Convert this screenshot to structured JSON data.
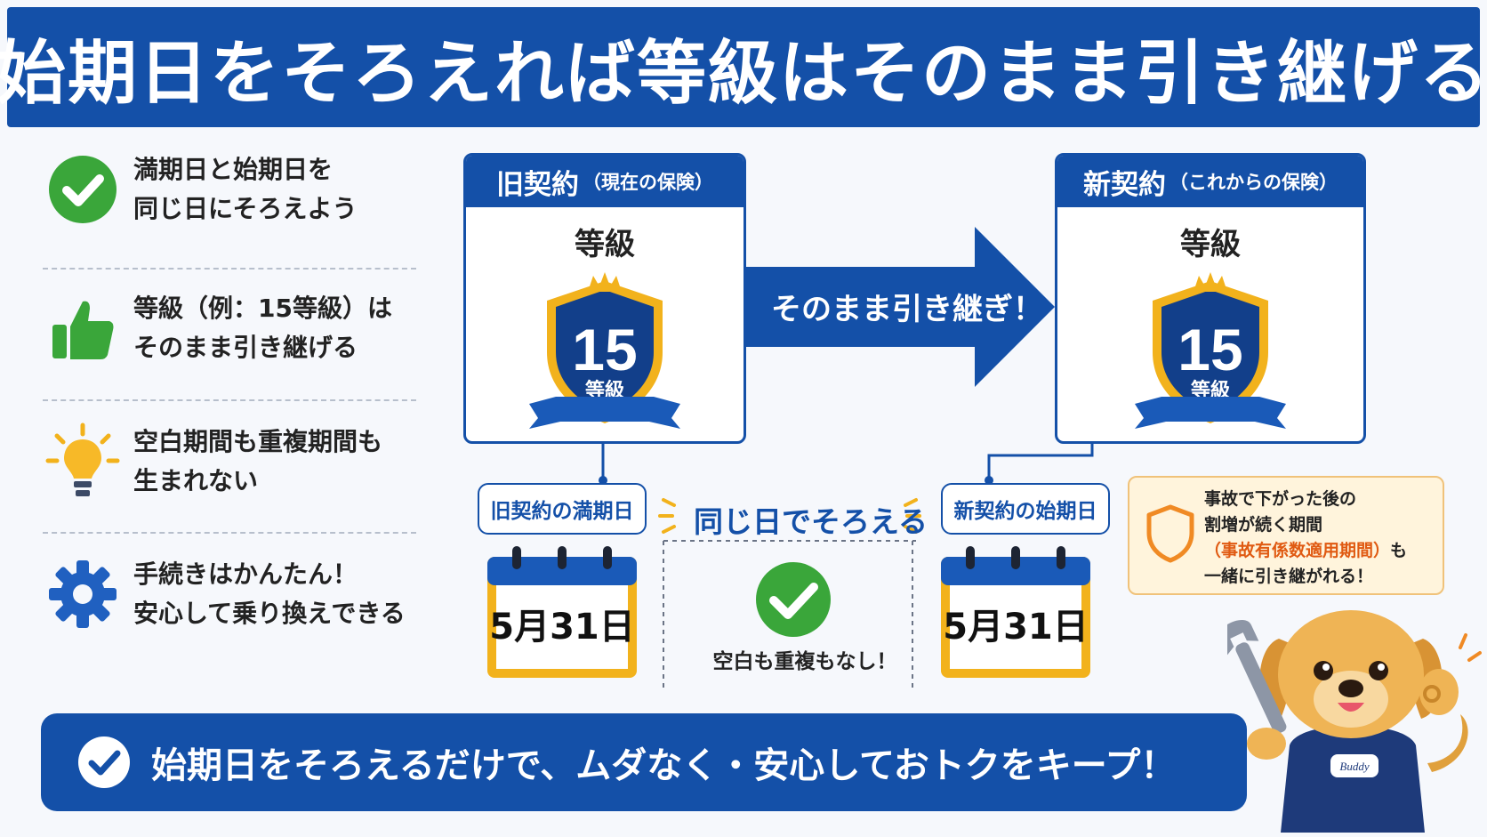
{
  "header": {
    "title": "始期日をそろえれば等級はそのまま引き継げる"
  },
  "points": [
    {
      "icon": "check-circle-icon",
      "lines": [
        "満期日と始期日を",
        "同じ日にそろえよう"
      ]
    },
    {
      "icon": "thumbs-up-icon",
      "lines": [
        "等級（例：15等級）は",
        "そのまま引き継げる"
      ]
    },
    {
      "icon": "lightbulb-icon",
      "lines": [
        "空白期間も重複期間も",
        "生まれない"
      ]
    },
    {
      "icon": "gear-icon",
      "lines": [
        "手続きはかんたん！",
        "安心して乗り換えできる"
      ]
    }
  ],
  "old_contract": {
    "title": "旧契約",
    "subtitle": "（現在の保険）",
    "label": "等級",
    "grade": "15",
    "grade_unit": "等級"
  },
  "new_contract": {
    "title": "新契約",
    "subtitle": "（これからの保険）",
    "label": "等級",
    "grade": "15",
    "grade_unit": "等級"
  },
  "arrow": {
    "text": "そのまま引き継ぎ！"
  },
  "old_date": {
    "tag": "旧契約の満期日",
    "date": "5月31日"
  },
  "new_date": {
    "tag": "新契約の始期日",
    "date": "5月31日"
  },
  "middle": {
    "same_day": "同じ日でそろえる",
    "no_gap": "空白も重複もなし！"
  },
  "note": {
    "line1": "事故で下がった後の",
    "line2": "割増が続く期間",
    "highlight": "（事故有係数適用期間）",
    "suffix": "も",
    "line4": "一緒に引き継がれる！"
  },
  "footer": {
    "text": "始期日をそろえるだけで、ムダなく・安心しておトクをキープ！"
  },
  "mascot": {
    "badge": "Buddy"
  },
  "colors": {
    "primary": "#1450a8",
    "green": "#3aa63a",
    "gold": "#f2b21c",
    "orange": "#f08a24"
  }
}
